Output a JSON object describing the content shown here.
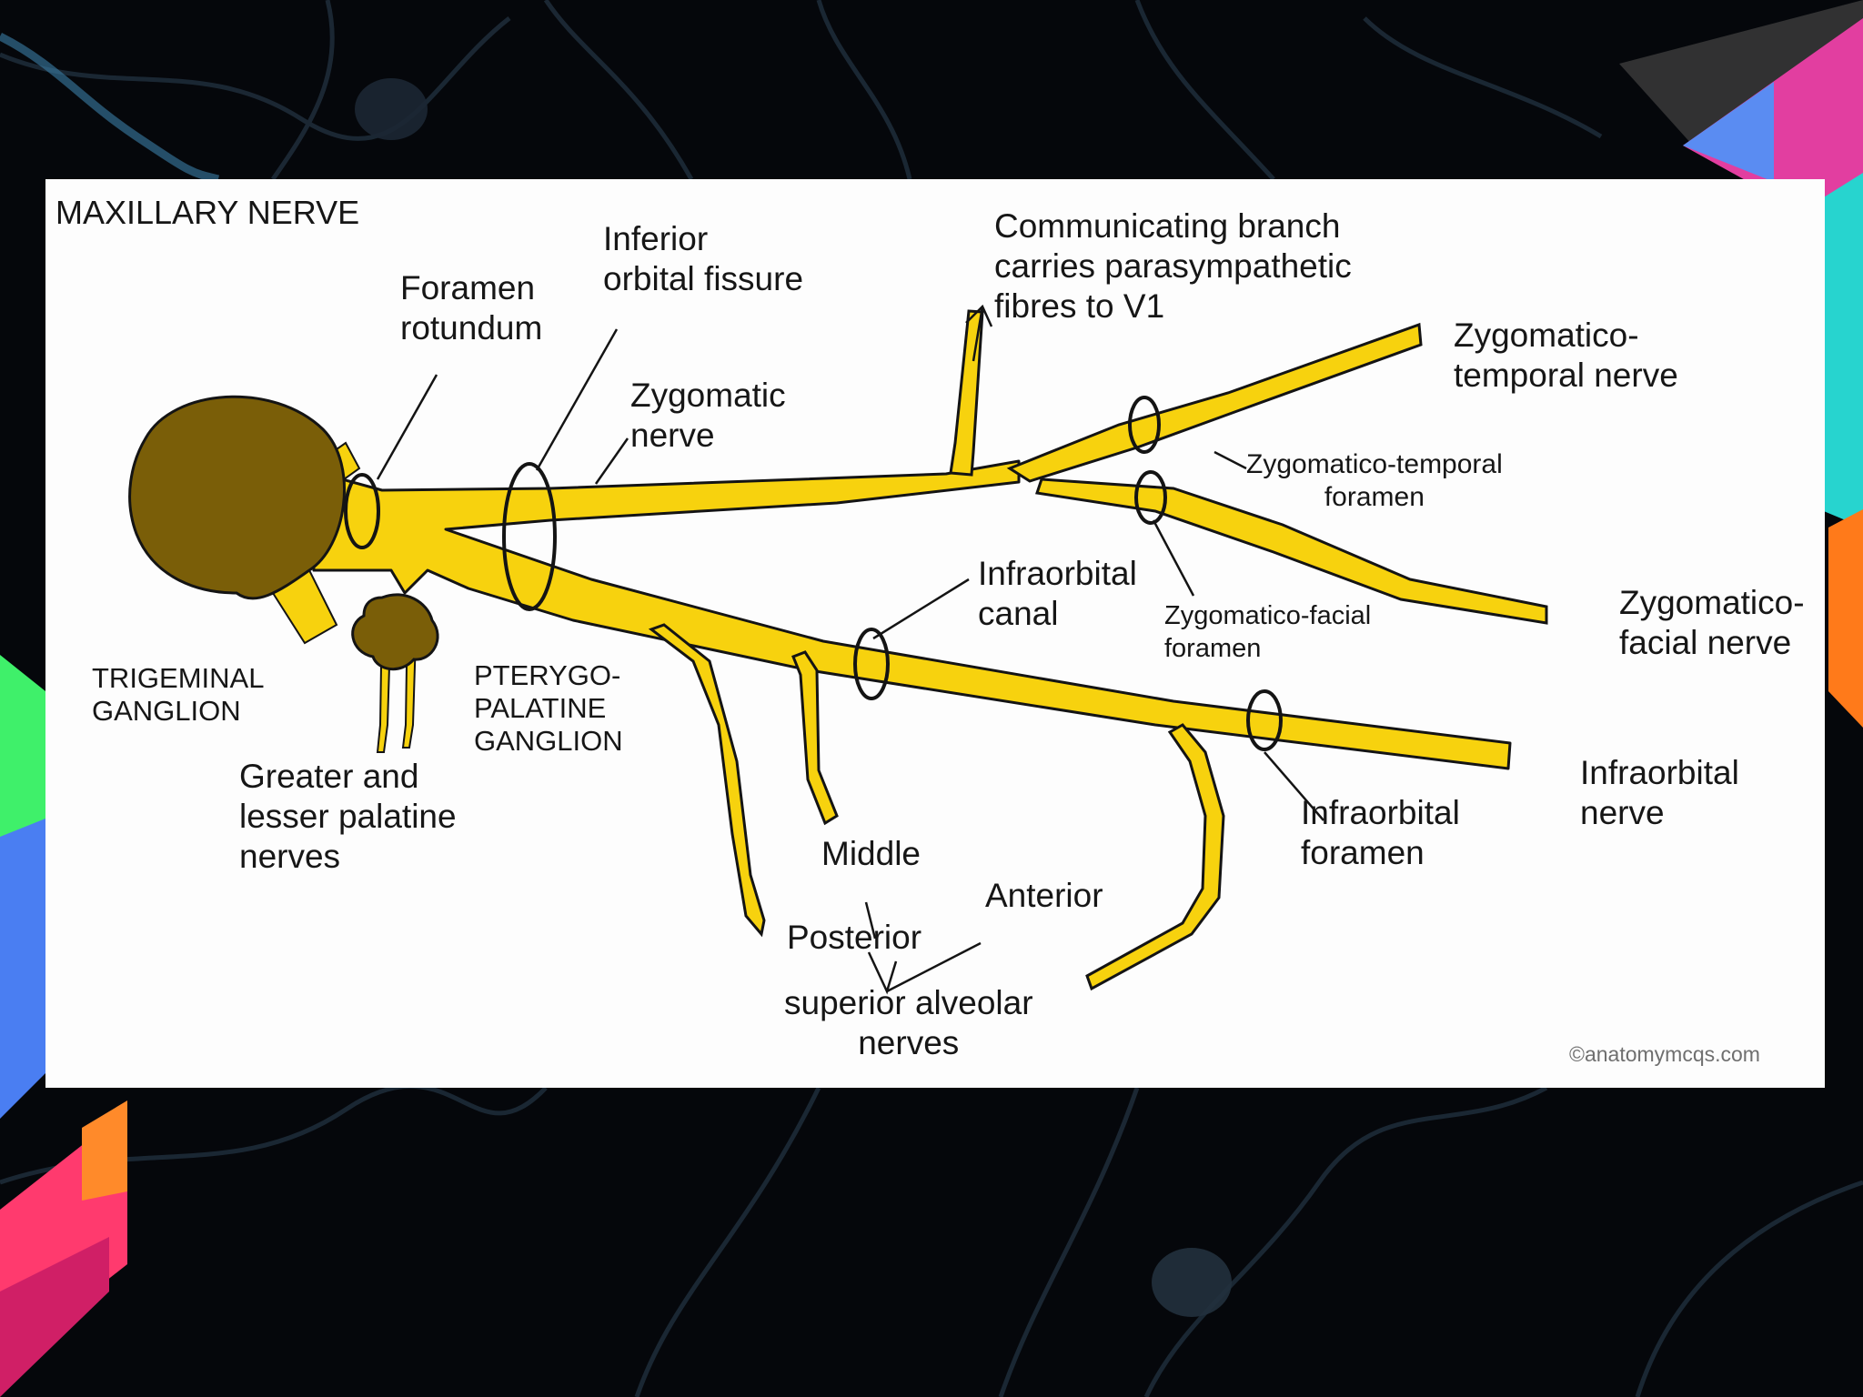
{
  "diagram": {
    "title": "MAXILLARY NERVE",
    "labels": {
      "foramen_rotundum": [
        "Foramen",
        "rotundum"
      ],
      "inferior_orbital_fissure": [
        "Inferior",
        "orbital fissure"
      ],
      "zygomatic_nerve": [
        "Zygomatic",
        "nerve"
      ],
      "communicating_branch": [
        "Communicating branch",
        "carries parasympathetic",
        "fibres to V1"
      ],
      "zygomatico_temporal_nerve": [
        "Zygomatico-",
        "temporal nerve"
      ],
      "zygomatico_temporal_foramen": [
        "Zygomatico-temporal",
        "foramen"
      ],
      "infraorbital_canal": [
        "Infraorbital",
        "canal"
      ],
      "zygomatico_facial_foramen": [
        "Zygomatico-facial",
        "foramen"
      ],
      "zygomatico_facial_nerve": [
        "Zygomatico-",
        "facial nerve"
      ],
      "trigeminal_ganglion": [
        "TRIGEMINAL",
        "GANGLION"
      ],
      "pterygopalatine_ganglion": [
        "PTERYGO-",
        "PALATINE",
        "GANGLION"
      ],
      "palatine_nerves": [
        "Greater and",
        "lesser palatine",
        "nerves"
      ],
      "infraorbital_nerve": [
        "Infraorbital",
        "nerve"
      ],
      "infraorbital_foramen": [
        "Infraorbital",
        "foramen"
      ],
      "middle": "Middle",
      "anterior": "Anterior",
      "posterior": "Posterior",
      "superior_alveolar_nerves": [
        "superior alveolar",
        "nerves"
      ]
    },
    "credit": "©anatomymcqs.com",
    "colors": {
      "nerve_fill": "#f7d20e",
      "nerve_outline": "#141414",
      "ganglion_fill": "#7a5e08",
      "panel_background": "#fdfdfd",
      "frame_background": "#05070b"
    }
  }
}
